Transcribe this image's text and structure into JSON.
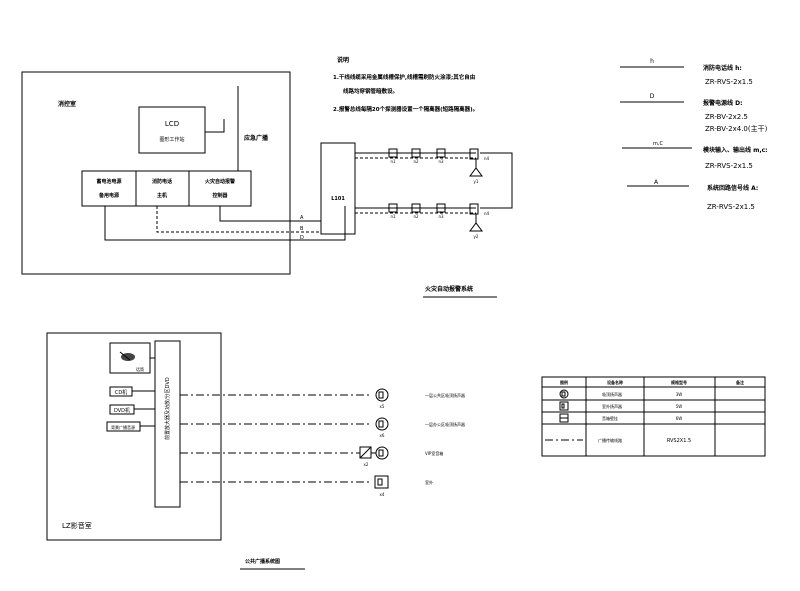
{
  "top_diagram": {
    "room_label": "消控室",
    "lcd_title": "LCD",
    "lcd_subtitle": "图形工作站",
    "broadcast_label": "应急广播",
    "power_label_1": "蓄电池电源",
    "power_label_2": "备用电源",
    "phone_label_1": "消防电话",
    "phone_label_2": "主机",
    "fire_ctrl_label_1": "火灾自动报警",
    "fire_ctrl_label_2": "控制器",
    "loop_box_label": "L101",
    "line_a": "A",
    "line_b1": "B",
    "line_b2": "D",
    "device_labels_top": [
      "n1",
      "n2",
      "n3",
      "n4"
    ],
    "device_labels_bottom": [
      "n1",
      "n2",
      "n3",
      "n4"
    ],
    "end_labels": [
      "y1",
      "y2"
    ],
    "caption": "火灾自动报警系统"
  },
  "notes": {
    "title": "说明",
    "line1": "1.干线线缆采用金属线槽保护,线槽需刷防火涂漆;其它自由",
    "line2": "线路均穿钢管暗敷设。",
    "line3": "2.报警总线每隔20个探测器设置一个隔离器(短路隔离器)。"
  },
  "legend": [
    {
      "symbol": "h",
      "label": "消防电话线 h:",
      "spec": [
        "ZR-RVS-2x1.5"
      ]
    },
    {
      "symbol": "D",
      "label": "报警电源线 D:",
      "spec": [
        "ZR-BV-2x2.5",
        "ZR-BV-2x4.0(主干)"
      ]
    },
    {
      "symbol": "m,C",
      "label": "模块输入、输出线 m,c:",
      "spec": [
        "ZR-RVS-2x1.5"
      ]
    },
    {
      "symbol": "A",
      "label": "系统回路信号线 A:",
      "spec": [
        "ZR-RVS-2x1.5"
      ]
    }
  ],
  "bottom_diagram": {
    "room_label": "LZ影音室",
    "mic_label": "话筒",
    "source_labels": [
      "CD机",
      "DVD机",
      "背景广播音源"
    ],
    "amp_label": "前置放大器及功放/分区DVD",
    "channels": [
      {
        "label": "一层公共区吸顶扬声器",
        "count": "x5"
      },
      {
        "label": "一层办公区吸顶扬声器",
        "count": "x6"
      },
      {
        "label": "VIP室音箱",
        "count": "x2"
      },
      {
        "label": "室外",
        "count": "x4"
      }
    ],
    "caption": "公共广播系统图"
  },
  "table": {
    "headers": [
      "图例",
      "设备名称",
      "规格型号",
      "备注"
    ],
    "rows": [
      {
        "icon": "ceiling-speaker-icon",
        "name": "吸顶扬声器",
        "spec": "3W",
        "note": ""
      },
      {
        "icon": "wall-speaker-icon",
        "name": "室外扬声器",
        "spec": "5W",
        "note": ""
      },
      {
        "icon": "audio-box-icon",
        "name": "音箱壁挂",
        "spec": "6W",
        "note": ""
      },
      {
        "icon": "broadcast-line-icon",
        "name": "广播传输线路",
        "spec": "RVS2X1.5",
        "note": ""
      }
    ]
  }
}
